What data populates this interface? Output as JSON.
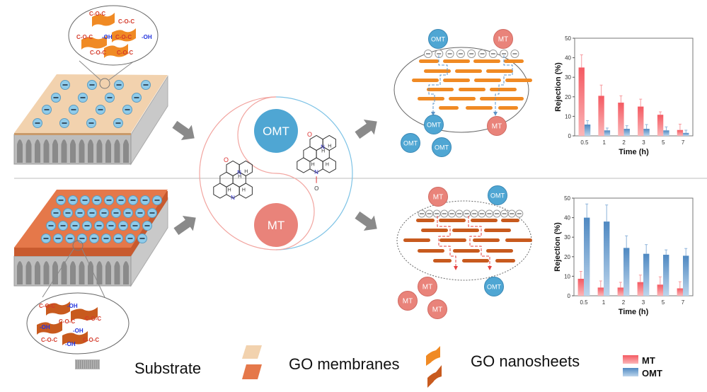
{
  "labels": {
    "omt": "OMT",
    "mt": "MT",
    "epoxy": "C-O-C",
    "hydroxyl": "-OH",
    "o_atom": "O",
    "n_atom": "N",
    "h_atom": "H"
  },
  "legend": {
    "substrate": "Substrate",
    "go_membranes": "GO membranes",
    "go_nanosheets": "GO nanosheets",
    "mt": "MT",
    "omt": "OMT"
  },
  "colors": {
    "omt": "#4fa6d3",
    "mt": "#e9837a",
    "go_light": "#f2d2ae",
    "go_dark": "#e0784a",
    "sheet_light": "#f08a24",
    "sheet_dark": "#c85a1e",
    "bar_mt": "#f4646a",
    "bar_omt": "#5d95c8",
    "arrow": "#8a8a8a"
  },
  "chart_data": [
    {
      "type": "bar",
      "categories": [
        "0.5",
        "1",
        "2",
        "3",
        "5",
        "7"
      ],
      "xlabel": "Time (h)",
      "ylabel": "Rejection (%)",
      "ylim": [
        0,
        50
      ],
      "yticks": [
        "0",
        "10",
        "20",
        "30",
        "40",
        "50"
      ],
      "series": [
        {
          "name": "MT",
          "values": [
            35,
            20.5,
            17,
            15,
            10.8,
            3
          ],
          "errors": [
            6.5,
            5.5,
            3.5,
            3.8,
            1.5,
            3
          ]
        },
        {
          "name": "OMT",
          "values": [
            5.8,
            2.8,
            3.6,
            3.6,
            2.8,
            1.5
          ],
          "errors": [
            2,
            1.2,
            1.6,
            2.2,
            1.8,
            1.4
          ]
        }
      ]
    },
    {
      "type": "bar",
      "categories": [
        "0.5",
        "1",
        "2",
        "3",
        "5",
        "7"
      ],
      "xlabel": "Time (h)",
      "ylabel": "Rejection (%)",
      "ylim": [
        0,
        50
      ],
      "yticks": [
        "0",
        "10",
        "20",
        "30",
        "40",
        "50"
      ],
      "series": [
        {
          "name": "MT",
          "values": [
            8.7,
            4.2,
            4.2,
            7,
            5.7,
            3.8
          ],
          "errors": [
            3.8,
            3.4,
            2.7,
            3.6,
            4,
            3.4
          ]
        },
        {
          "name": "OMT",
          "values": [
            40,
            38,
            24.5,
            21.5,
            21,
            20.5
          ],
          "errors": [
            7,
            8.5,
            6.2,
            4.7,
            2.5,
            3.7
          ]
        }
      ]
    }
  ]
}
